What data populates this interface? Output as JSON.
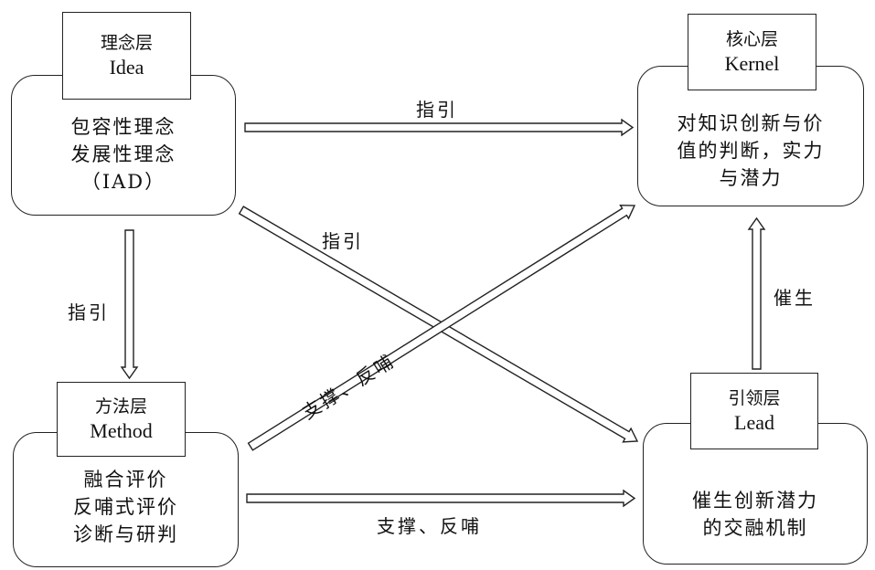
{
  "idea": {
    "title_zh": "理念层",
    "title_en": "Idea",
    "lines": [
      "包容性理念",
      "发展性理念",
      "（IAD）"
    ]
  },
  "kernel": {
    "title_zh": "核心层",
    "title_en": "Kernel",
    "lines": [
      "对知识创新与价",
      "值的判断，实力",
      "与潜力"
    ]
  },
  "method": {
    "title_zh": "方法层",
    "title_en": "Method",
    "lines": [
      "融合评价",
      "反哺式评价",
      "诊断与研判"
    ]
  },
  "lead": {
    "title_zh": "引领层",
    "title_en": "Lead",
    "lines": [
      "催生创新潜力",
      "的交融机制"
    ]
  },
  "edges": {
    "idea_to_kernel": "指引",
    "idea_to_lead": "指引",
    "idea_to_method": "指引",
    "method_to_kernel": "支撑、反哺",
    "method_to_lead": "支撑、反哺",
    "lead_to_kernel": "催生"
  }
}
